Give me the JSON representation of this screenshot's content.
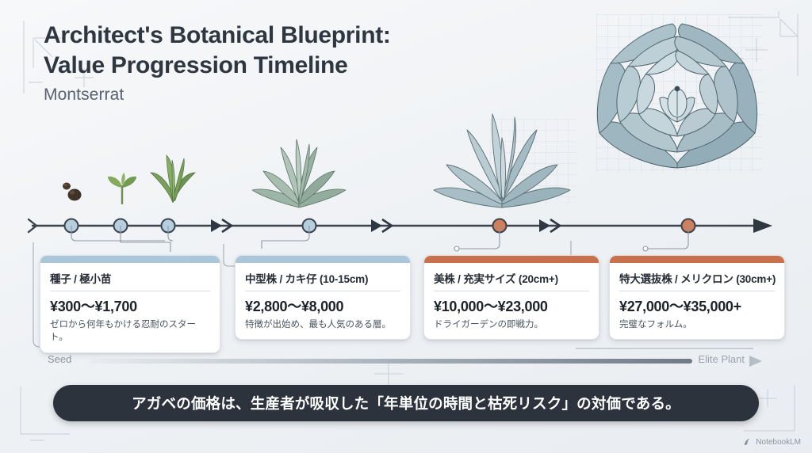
{
  "header": {
    "title_line1": "Architect's Botanical Blueprint:",
    "title_line2": "Value Progression Timeline",
    "subtitle": "Montserrat"
  },
  "timeline": {
    "start_label": "Seed",
    "end_label": "Elite Plant",
    "accent_blue": "#a9c6da",
    "accent_orange": "#c9714c",
    "axis_color": "#3a424c"
  },
  "stages": [
    {
      "title": "種子 / 極小苗",
      "price": "¥300〜¥1,700",
      "note": "ゼロから何年もかける忍耐のスタート。",
      "accent": "#a9c6da"
    },
    {
      "title": "中型株 / カキ仔 (10-15cm)",
      "price": "¥2,800〜¥8,000",
      "note": "特徴が出始め、最も人気のある層。",
      "accent": "#a9c6da"
    },
    {
      "title": "美株 / 充実サイズ (20cm+)",
      "price": "¥10,000〜¥23,000",
      "note": "ドライガーデンの即戦力。",
      "accent": "#c9714c"
    },
    {
      "title": "特大選抜株 / メリクロン (30cm+)",
      "price": "¥27,000〜¥35,000+",
      "note": "完璧なフォルム。",
      "accent": "#c9714c"
    }
  ],
  "banner": {
    "text": "アガベの価格は、生産者が吸収した「年単位の時間と枯死リスク」の対価である。"
  },
  "watermark": {
    "label": "NotebookLM"
  },
  "illustrations": {
    "seeds": "agave-seeds-illustration",
    "sprout": "agave-sprout-illustration",
    "seedling": "agave-seedling-illustration",
    "medium": "agave-medium-plant-illustration",
    "large": "agave-large-plant-illustration",
    "elite": "agave-elite-rosette-illustration"
  }
}
